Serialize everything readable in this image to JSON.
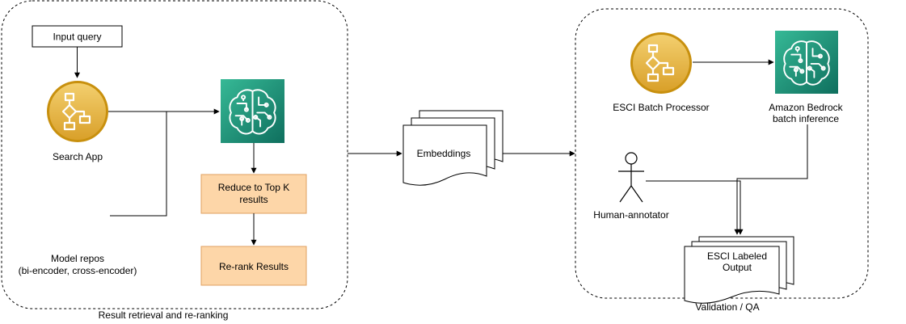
{
  "groups": {
    "left": {
      "label": "Result retrieval and re-ranking"
    },
    "right": {
      "label": "Validation / QA"
    }
  },
  "nodes": {
    "input_query": {
      "label": "Input query"
    },
    "search_app": {
      "label": "Search App",
      "icon": "workflow-icon"
    },
    "model_repos": {
      "line1": "Model repos",
      "line2": "(bi-encoder, cross-encoder)",
      "icon": "brain-circuit-icon"
    },
    "sagemaker": {
      "icon": "brain-circuit-icon"
    },
    "reduce_topk": {
      "line1": "Reduce to Top K",
      "line2": "results"
    },
    "rerank": {
      "label": "Re-rank Results"
    },
    "embeddings": {
      "label": "Embeddings"
    },
    "esci_batch": {
      "label": "ESCI Batch Processor",
      "icon": "workflow-icon"
    },
    "bedrock": {
      "line1": "Amazon Bedrock",
      "line2": "batch inference",
      "icon": "brain-circuit-icon"
    },
    "human": {
      "label": "Human-annotator",
      "icon": "person-icon"
    },
    "esci_output": {
      "line1": "ESCI Labeled",
      "line2": "Output"
    }
  },
  "colors": {
    "gold_light": "#ecc056",
    "gold_dark": "#c8900e",
    "teal_light": "#2aa98a",
    "teal_dark": "#0f6f5e",
    "orange_box": "#fdd6a8",
    "orange_border": "#e0a060"
  }
}
